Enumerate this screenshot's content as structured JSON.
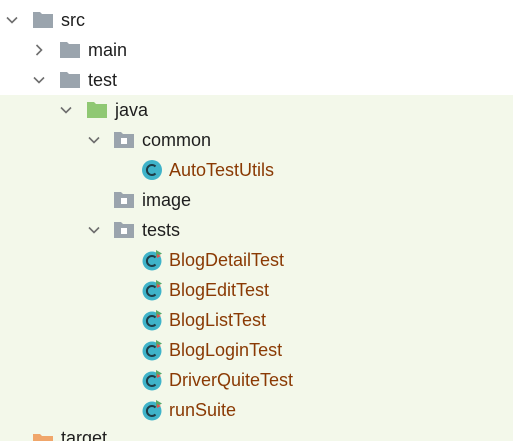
{
  "tree": {
    "src": {
      "label": "src",
      "expanded": true
    },
    "main": {
      "label": "main",
      "expanded": false
    },
    "test": {
      "label": "test",
      "expanded": true
    },
    "java": {
      "label": "java",
      "expanded": true
    },
    "common": {
      "label": "common",
      "expanded": true
    },
    "auto_test_utils": {
      "label": "AutoTestUtils"
    },
    "image": {
      "label": "image"
    },
    "tests": {
      "label": "tests",
      "expanded": true
    },
    "blog_detail_test": {
      "label": "BlogDetailTest"
    },
    "blog_edit_test": {
      "label": "BlogEditTest"
    },
    "blog_list_test": {
      "label": "BlogListTest"
    },
    "blog_login_test": {
      "label": "BlogLoginTest"
    },
    "driver_quite_test": {
      "label": "DriverQuiteTest"
    },
    "run_suite": {
      "label": "runSuite"
    },
    "target": {
      "label": "target"
    }
  },
  "colors": {
    "folder_gray": "#9aa4ad",
    "source_root_green": "#8fc873",
    "excluded_orange": "#f0a66a",
    "class_icon_teal": "#3fb3c9",
    "run_marker_green": "#59a869",
    "run_marker_red": "#e05555",
    "chevron": "#6e6e6e",
    "class_text": "#8a3a04",
    "text": "#1e1e1e",
    "row_highlight": "#f3f8ea"
  },
  "icons": {
    "folder": "folder-icon",
    "source_folder": "source-folder-icon",
    "package": "package-icon",
    "java_class": "java-class-icon",
    "test_class": "test-class-icon",
    "excluded_folder": "excluded-folder-icon"
  }
}
